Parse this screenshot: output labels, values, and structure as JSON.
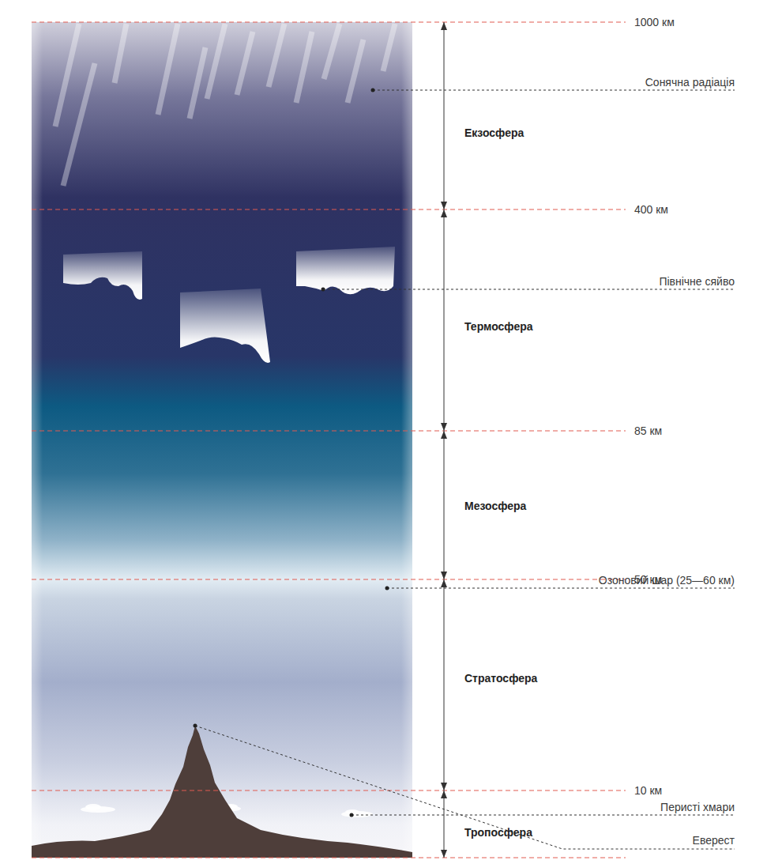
{
  "diagram": {
    "labels": [
      "1000 км",
      "Сонячна радіація",
      "Екзосфера",
      "400 км",
      "Північне сяйво",
      "Термосфера",
      "85 км",
      "Мезосфера",
      "50 км",
      "Озоновий шар (25—60 км)",
      "Стратосфера",
      "10 км",
      "Перисті хмари",
      "Тропосфера",
      "Еверест"
    ]
  }
}
